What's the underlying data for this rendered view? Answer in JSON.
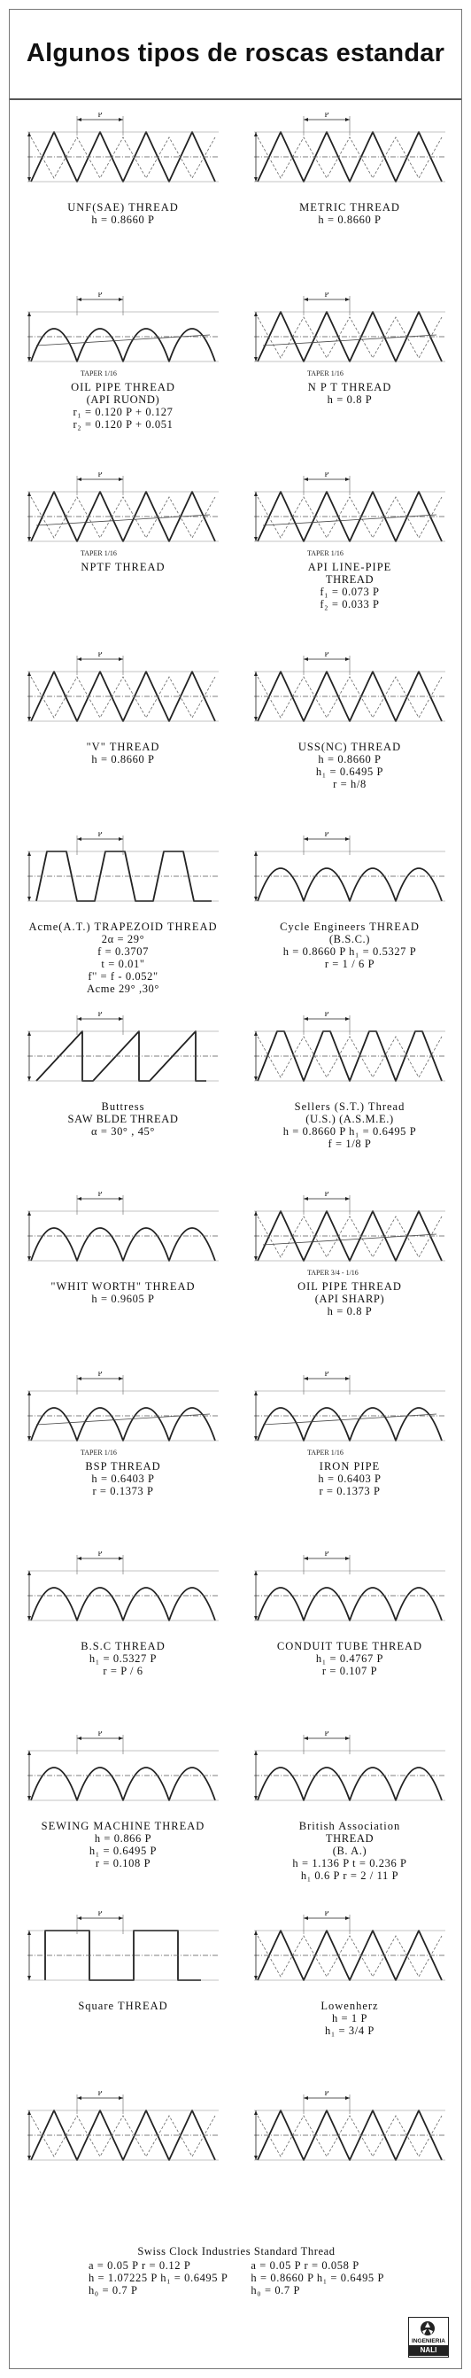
{
  "title": "Algunos tipos de roscas estandar",
  "logo": {
    "line1": "INGENIERIA",
    "line2": "NALI"
  },
  "threads": [
    {
      "name": "UNF(SAE) THREAD",
      "label": "P",
      "taper": "",
      "notes": [
        "h = 0.8660 P"
      ]
    },
    {
      "name": "METRIC THREAD",
      "label": "P",
      "taper": "",
      "notes": [
        "h = 0.8660 P"
      ]
    },
    {
      "name": "OIL PIPE THREAD",
      "label": "P",
      "taper": "TAPER 1/16",
      "notes": [
        "(API RUOND)",
        "r₁ = 0.120 P + 0.127",
        "r₂ = 0.120 P + 0.051"
      ]
    },
    {
      "name": "N P T THREAD",
      "label": "P",
      "taper": "TAPER 1/16",
      "notes": [
        "h = 0.8 P"
      ]
    },
    {
      "name": "NPTF THREAD",
      "label": "P",
      "taper": "TAPER 1/16",
      "notes": []
    },
    {
      "name": "API LINE-PIPE",
      "label": "P",
      "taper": "TAPER 1/16",
      "notes": [
        "THREAD",
        "f₁ = 0.073 P",
        "f₂ = 0.033 P"
      ]
    },
    {
      "name": "\"V\" THREAD",
      "label": "P",
      "taper": "",
      "notes": [
        "h = 0.8660 P"
      ]
    },
    {
      "name": "USS(NC) THREAD",
      "label": "P",
      "taper": "",
      "notes": [
        "h = 0.8660 P",
        "h₁ = 0.6495 P",
        "r = h/8"
      ]
    },
    {
      "name": "Acme(A.T.) TRAPEZOID THREAD",
      "label": "P",
      "taper": "",
      "notes": [
        "2α = 29°",
        "f = 0.3707",
        "t = 0.01\"",
        "f'' = f - 0.052\"",
        "Acme 29° ,30°"
      ]
    },
    {
      "name": "Cycle Engineers THREAD",
      "label": "P",
      "taper": "",
      "notes": [
        "(B.S.C.)",
        "h = 0.8660 P   h₁ = 0.5327 P",
        "r = 1 / 6 P"
      ]
    },
    {
      "name": "Buttress",
      "label": "P",
      "taper": "",
      "notes": [
        "SAW BLDE THREAD",
        "α = 30° , 45°"
      ]
    },
    {
      "name": "Sellers (S.T.) Thread",
      "label": "P",
      "taper": "",
      "notes": [
        "(U.S.) (A.S.M.E.)",
        "h = 0.8660 P   h₁ = 0.6495 P",
        "f = 1/8 P"
      ]
    },
    {
      "name": "\"WHIT WORTH\" THREAD",
      "label": "P",
      "taper": "",
      "notes": [
        "h = 0.9605 P"
      ]
    },
    {
      "name": "OIL PIPE THREAD",
      "label": "P",
      "taper": "TAPER 3/4 - 1/16",
      "notes": [
        "(API SHARP)",
        "h = 0.8 P"
      ]
    },
    {
      "name": "BSP THREAD",
      "label": "P",
      "taper": "TAPER 1/16",
      "notes": [
        "h = 0.6403 P",
        "r = 0.1373 P"
      ]
    },
    {
      "name": "IRON PIPE",
      "label": "P",
      "taper": "TAPER 1/16",
      "notes": [
        "h = 0.6403 P",
        "r = 0.1373 P"
      ]
    },
    {
      "name": "B.S.C THREAD",
      "label": "P",
      "taper": "",
      "notes": [
        "h₁ = 0.5327 P",
        "r = P / 6"
      ]
    },
    {
      "name": "CONDUIT TUBE THREAD",
      "label": "P",
      "taper": "",
      "notes": [
        "h₁ = 0.4767 P",
        "r = 0.107 P"
      ]
    },
    {
      "name": "SEWING MACHINE THREAD",
      "label": "P",
      "taper": "",
      "notes": [
        "h = 0.866 P",
        "h₁ = 0.6495 P",
        "r = 0.108 P"
      ]
    },
    {
      "name": "British Association",
      "label": "P",
      "taper": "",
      "notes": [
        "THREAD",
        "(B. A.)",
        "h = 1.136 P   t = 0.236 P",
        "h₁ 0.6 P   r = 2 / 11 P"
      ]
    },
    {
      "name": "Square THREAD",
      "label": "P",
      "taper": "",
      "notes": []
    },
    {
      "name": "Lowenherz",
      "label": "P",
      "taper": "",
      "notes": [
        "h = 1 P",
        "h₁ = 3/4 P"
      ]
    },
    {
      "name": "",
      "label": "P",
      "taper": "",
      "notes": []
    },
    {
      "name": "",
      "label": "P",
      "taper": "",
      "notes": []
    }
  ],
  "swiss": {
    "title": "Swiss Clock  Industries Standard Thread",
    "left": [
      "a = 0.05 P        r = 0.12 P",
      "h = 1.07225 P   h₁ = 0.6495 P",
      "h₀ = 0.7 P"
    ],
    "right": [
      "a = 0.05 P        r = 0.058 P",
      "h = 0.8660 P   h₁ = 0.6495 P",
      "h₀ = 0.7 P"
    ]
  }
}
